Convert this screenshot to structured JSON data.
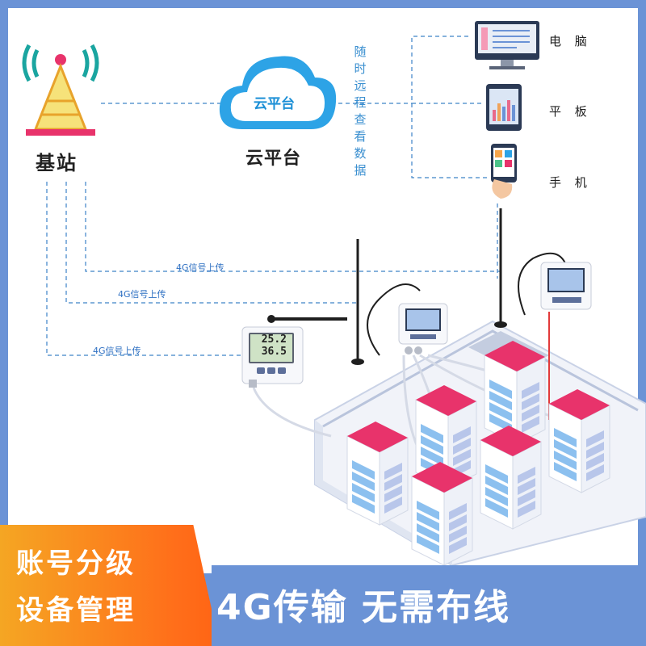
{
  "tower": {
    "label": "基站"
  },
  "cloud": {
    "label": "云平台",
    "inner_label": "云平台"
  },
  "remote_view": {
    "chars": [
      "随",
      "时",
      "远",
      "程",
      "查",
      "看",
      "数",
      "据"
    ]
  },
  "devices": [
    {
      "label": "电 脑",
      "icon": "computer-icon"
    },
    {
      "label": "平 板",
      "icon": "tablet-icon"
    },
    {
      "label": "手 机",
      "icon": "phone-icon"
    }
  ],
  "uploads": [
    "4G信号上传",
    "4G信号上传",
    "4G信号上传"
  ],
  "sensor_display": {
    "temperature": "25.2",
    "humidity": "36.5"
  },
  "banner": {
    "left_line1": "账号分级",
    "left_line2": "设备管理",
    "right_text": "4G传输 无需布线"
  },
  "colors": {
    "accent_blue": "#6b93d6",
    "orange": "#ff6e1a",
    "line_blue": "#3d83c7",
    "cabinet_pink": "#e8336b"
  }
}
